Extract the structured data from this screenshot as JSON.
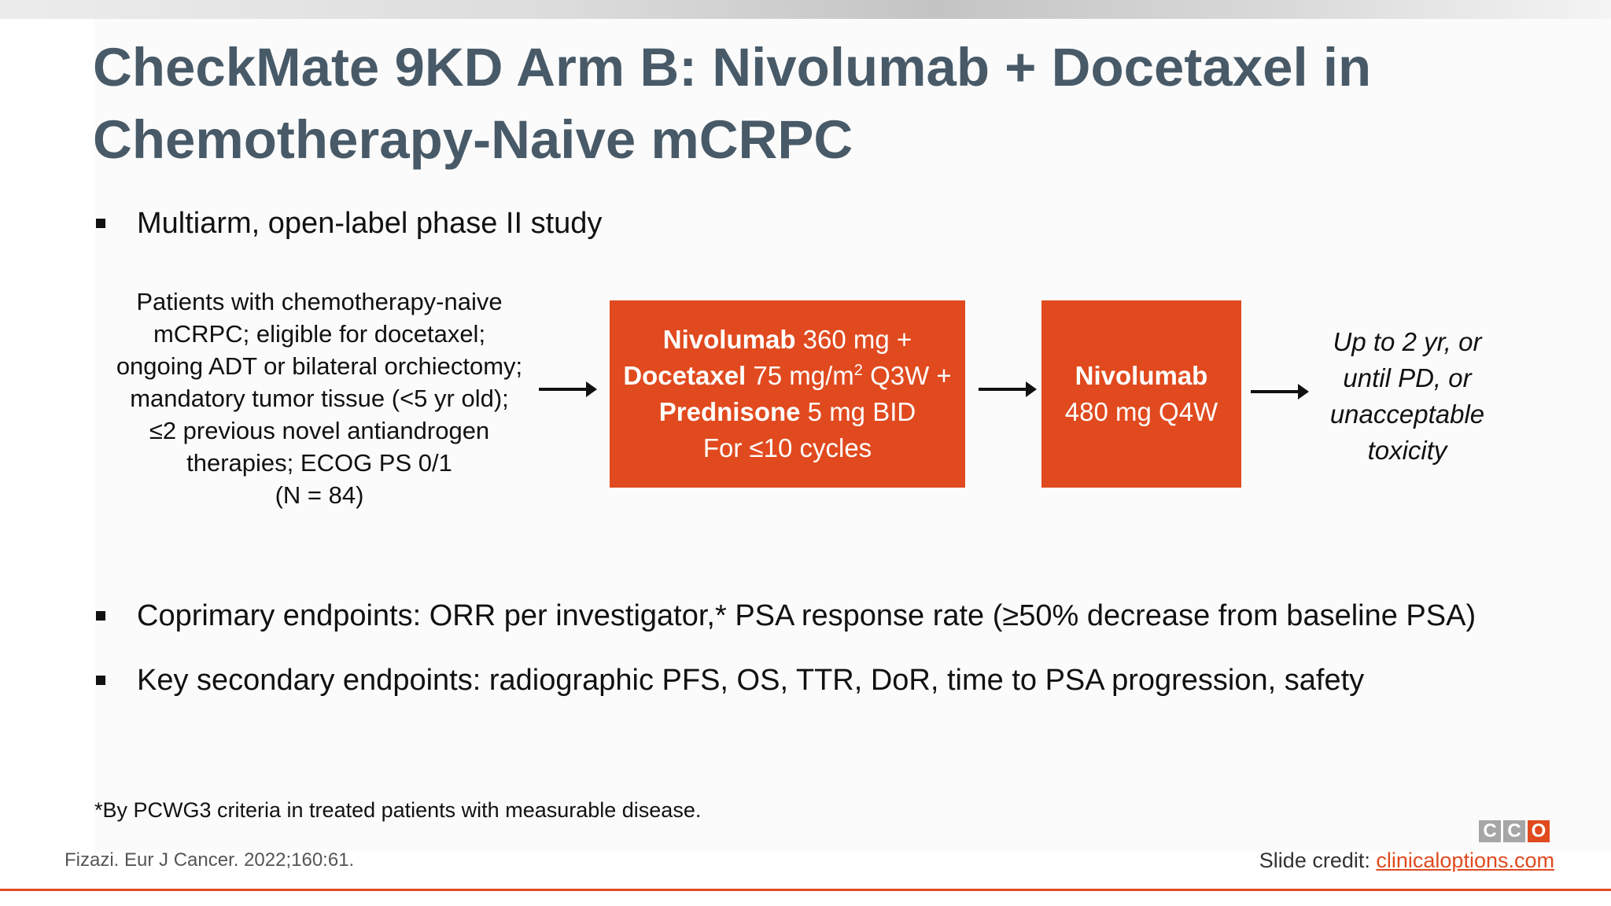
{
  "slide": {
    "title_lines": [
      "CheckMate 9KD Arm B: Nivolumab + Docetaxel in",
      "Chemotherapy-Naive mCRPC"
    ],
    "bullets": [
      "Multiarm, open-label phase II study",
      "Coprimary endpoints: ORR per investigator,* PSA response rate (≥50% decrease from baseline PSA)",
      "Key secondary endpoints: radiographic PFS, OS, TTR, DoR, time to PSA progression, safety"
    ],
    "footnote": "*By PCWG3 criteria in treated patients with measurable disease.",
    "reference": "Fizazi. Eur J Cancer. 2022;160:61.",
    "credit_label": "Slide credit:",
    "credit_link": "clinicaloptions.com",
    "logo_letters": [
      "C",
      "C",
      "O"
    ]
  },
  "diagram": {
    "patients_lines": [
      "Patients with chemotherapy-naive",
      "mCRPC; eligible for docetaxel;",
      "ongoing ADT or bilateral orchiectomy;",
      "mandatory tumor tissue (<5 yr old);",
      "≤2 previous novel antiandrogen",
      "therapies; ECOG PS 0/1",
      "(N = 84)"
    ],
    "box1": {
      "drug1": "Nivolumab",
      "dose1": " 360 mg +",
      "drug2": "Docetaxel",
      "dose2_pre": " 75 mg/m",
      "dose2_sup": "2",
      "dose2_post": " Q3W +",
      "drug3": "Prednisone",
      "dose3": " 5 mg BID",
      "cycles": "For ≤10 cycles"
    },
    "box2": {
      "drug": "Nivolumab",
      "dose": "480 mg Q4W"
    },
    "outcome_lines": [
      "Up to 2 yr, or",
      "until PD, or",
      "unacceptable",
      "toxicity"
    ]
  },
  "colors": {
    "accent_orange": "#e04a1e",
    "title_slate": "#485a68"
  }
}
